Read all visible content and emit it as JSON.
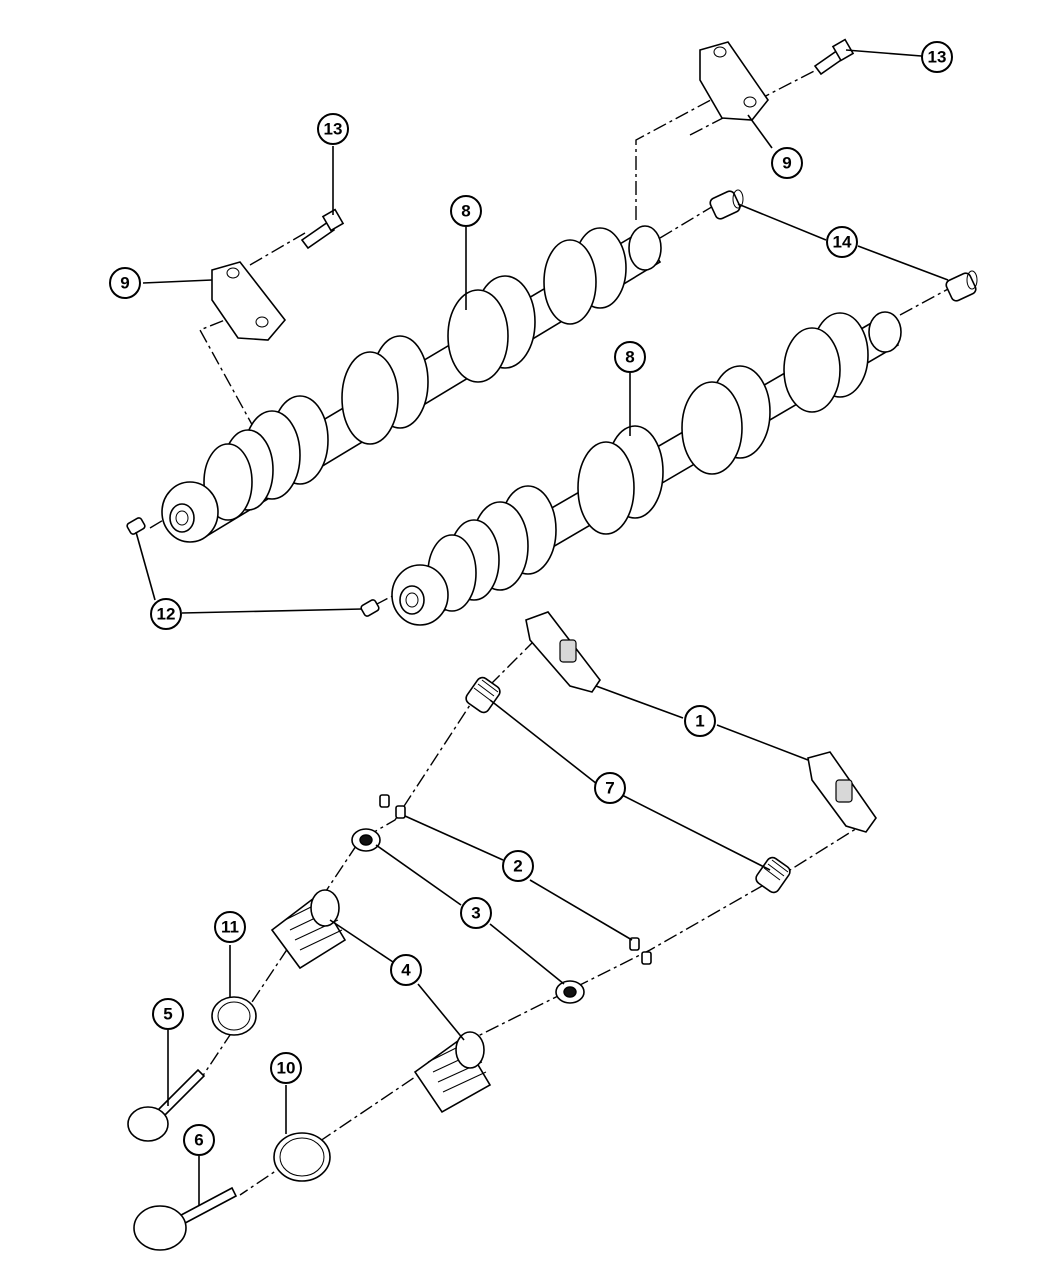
{
  "callouts": {
    "c1": "1",
    "c2": "2",
    "c3": "3",
    "c4": "4",
    "c5": "5",
    "c6": "6",
    "c7": "7",
    "c8a": "8",
    "c8b": "8",
    "c9a": "9",
    "c9b": "9",
    "c10": "10",
    "c11": "11",
    "c12": "12",
    "c13a": "13",
    "c13b": "13",
    "c14": "14"
  }
}
